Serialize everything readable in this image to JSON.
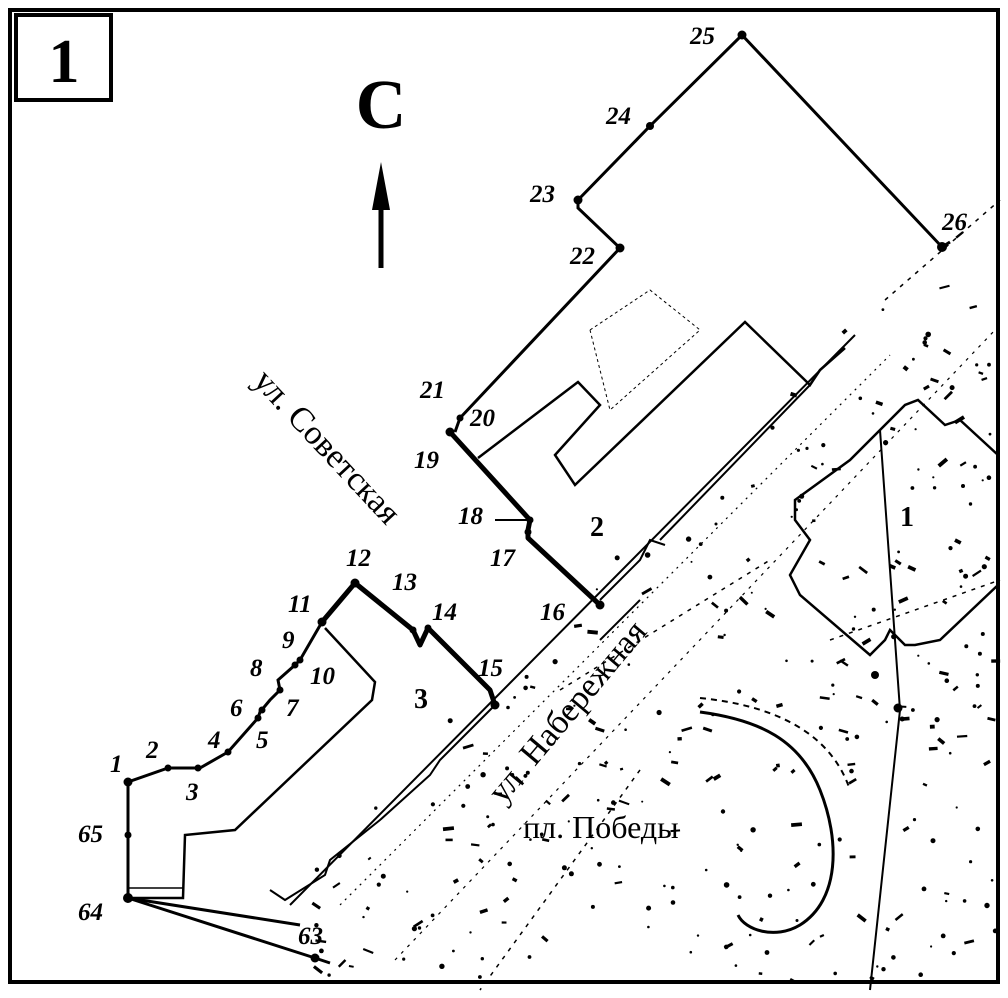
{
  "sheet_number": "1",
  "north_label": "С",
  "streets": {
    "sovetskaya": "ул. Советская",
    "naberezhnaya": "ул. Набережная"
  },
  "plaza": "пл. Победы",
  "buildings": {
    "b1": "1",
    "b2": "2",
    "b3": "3"
  },
  "points": {
    "p1": "1",
    "p2": "2",
    "p3": "3",
    "p4": "4",
    "p5": "5",
    "p6": "6",
    "p7": "7",
    "p8": "8",
    "p9": "9",
    "p10": "10",
    "p11": "11",
    "p12": "12",
    "p13": "13",
    "p14": "14",
    "p15": "15",
    "p16": "16",
    "p17": "17",
    "p18": "18",
    "p19": "19",
    "p20": "20",
    "p21": "21",
    "p22": "22",
    "p23": "23",
    "p24": "24",
    "p25": "25",
    "p26": "26",
    "p63": "63",
    "p64": "64",
    "p65": "65"
  },
  "colors": {
    "ink": "#000000",
    "paper": "#ffffff"
  }
}
